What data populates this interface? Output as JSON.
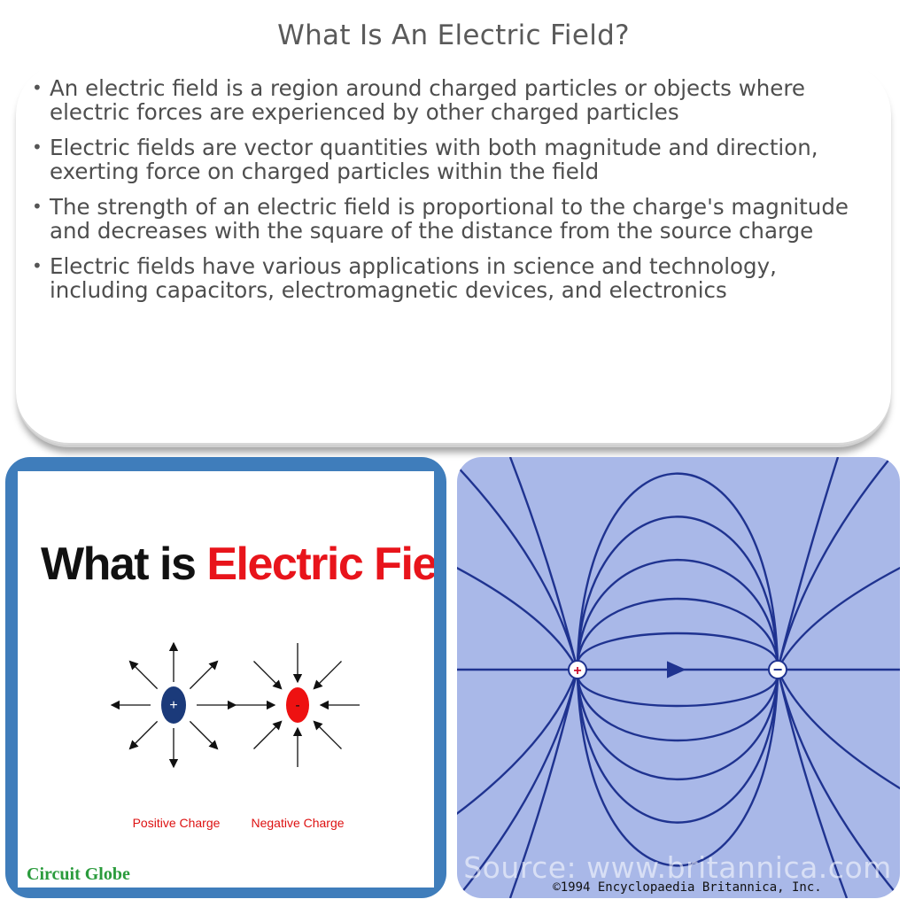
{
  "title": "What Is An Electric Field?",
  "bullets": [
    "An electric field is a region around charged particles or objects where electric forces are experienced by other charged particles",
    "Electric fields are vector quantities with both magnitude and direction, exerting force on charged particles within the field",
    "The strength of an electric field is proportional to the charge's magnitude and decreases with the square of the distance from the source charge",
    "Electric fields have various applications in science and technology, including capacitors, electromagnetic devices, and electronics"
  ],
  "left_image": {
    "heading_part1": "What is ",
    "heading_part2": "Electric Field",
    "heading_part3": "?",
    "positive_symbol": "+",
    "negative_symbol": "-",
    "positive_label": "Positive Charge",
    "negative_label": "Negative Charge",
    "brand": "Circuit Globe",
    "colors": {
      "frame": "#3f7dbb",
      "accent": "#e8141b",
      "positive": "#1b3a7a",
      "negative": "#ee1111",
      "brand": "#2a9b3c"
    }
  },
  "right_image": {
    "positive_symbol": "+",
    "negative_symbol": "−",
    "copyright": "©1994 Encyclopaedia Britannica, Inc.",
    "colors": {
      "background": "#a9b8e8",
      "lines": "#1f3390",
      "positive": "#c8102e"
    }
  },
  "source": "Source: www.britannica.com"
}
